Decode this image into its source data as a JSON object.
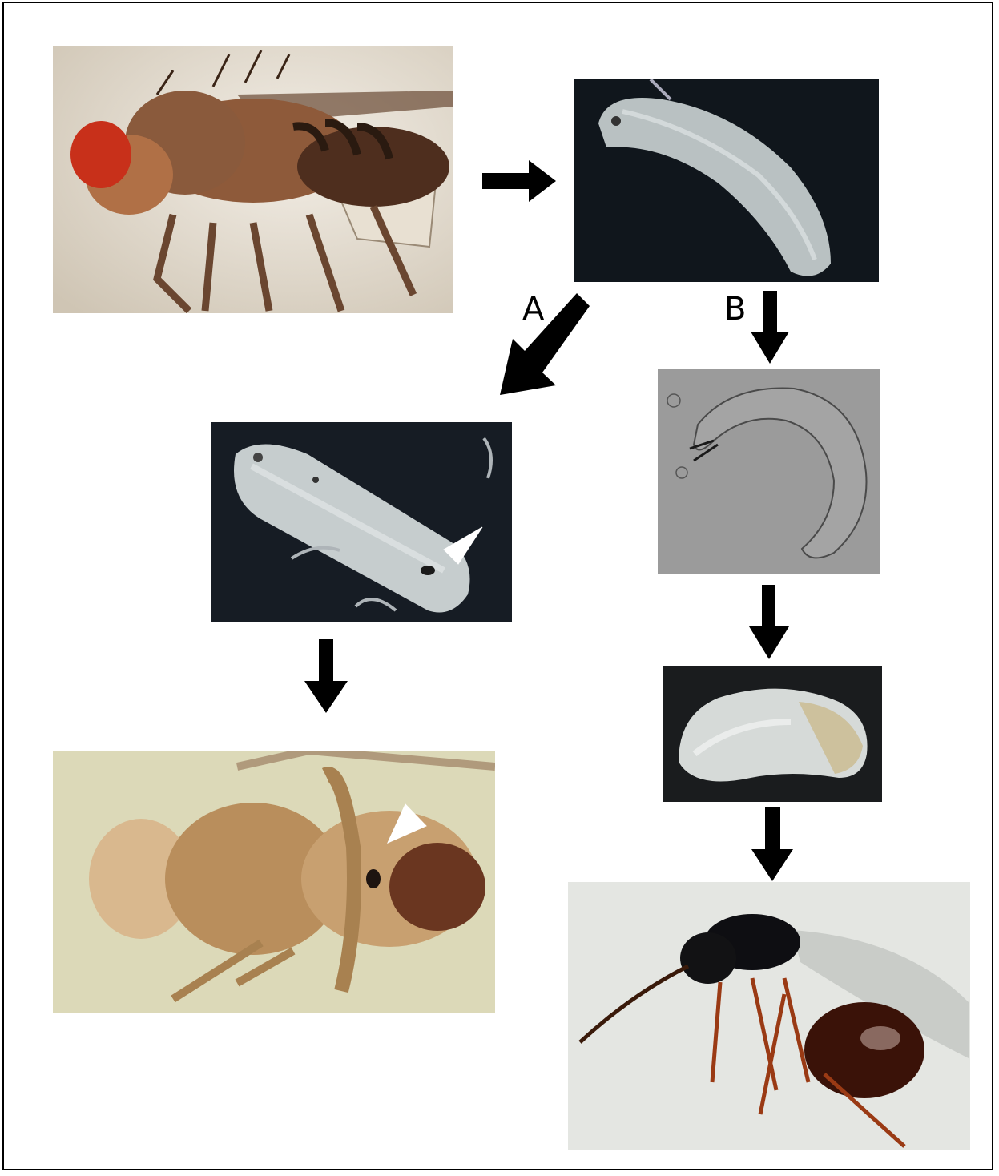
{
  "branches": {
    "a": "A",
    "b": "B"
  },
  "panels": [
    {
      "id": "adult-fly",
      "bg": "#ddd6c8"
    },
    {
      "id": "parasitized-larva",
      "bg": "#10161c"
    },
    {
      "id": "encapsulating-larva",
      "bg": "#161c24"
    },
    {
      "id": "dissected-wasp-larva",
      "bg": "#9b9b9b"
    },
    {
      "id": "wasp-larva",
      "bg": "#1a1c1e"
    },
    {
      "id": "fly-with-capsule",
      "bg": "#dcd9b8"
    },
    {
      "id": "adult-wasp",
      "bg": "#e4e6e2"
    }
  ],
  "arrow_color": "#000000",
  "marker_color": "#ffffff"
}
